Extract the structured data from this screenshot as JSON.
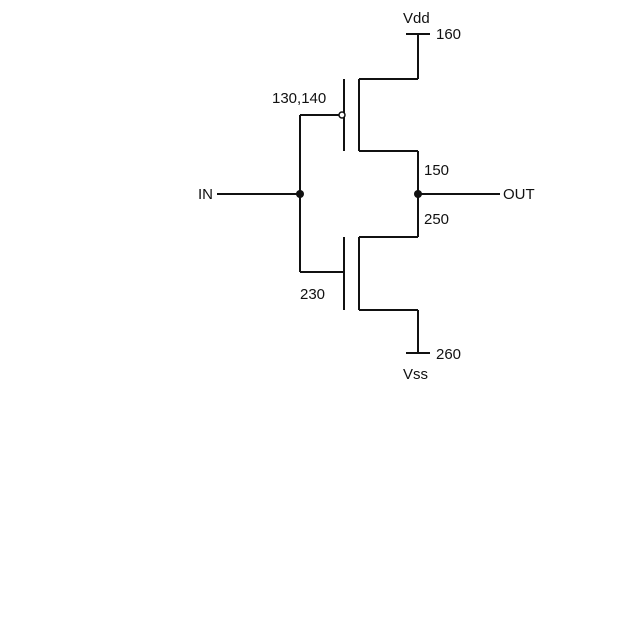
{
  "labels": {
    "vdd": "Vdd",
    "vdd_node": "160",
    "pmos_ref": "130,140",
    "pmos_drain": "150",
    "input": "IN",
    "output": "OUT",
    "nmos_drain": "250",
    "nmos_ref": "230",
    "vss_node": "260",
    "vss": "Vss"
  },
  "colors": {
    "line": "#111111",
    "background": "#ffffff"
  }
}
